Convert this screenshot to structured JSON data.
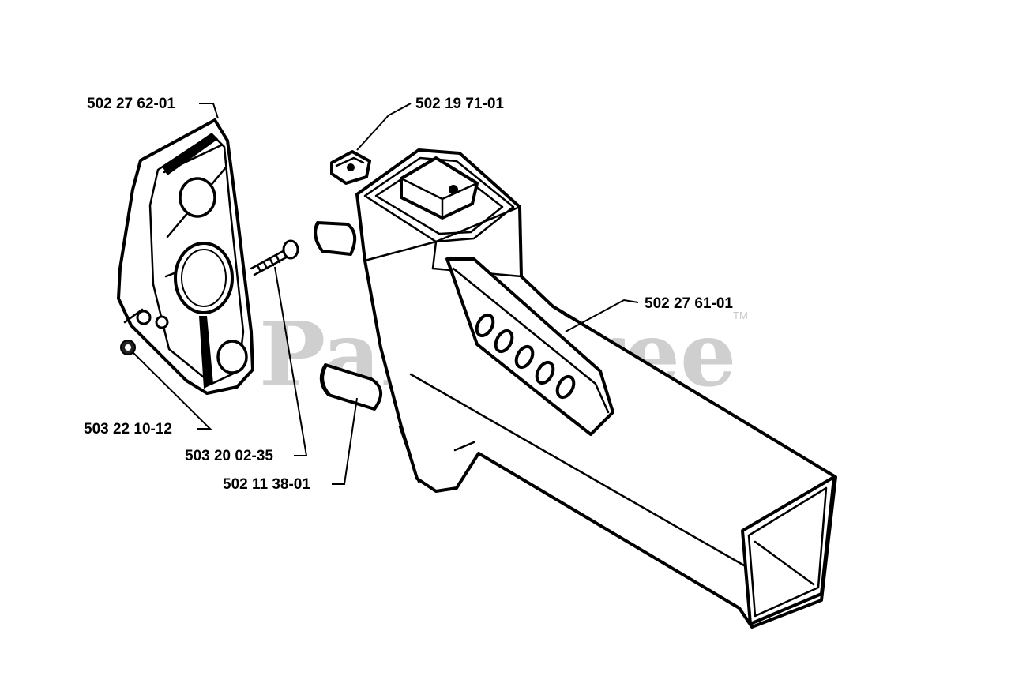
{
  "watermark": {
    "text": "PartsTree",
    "trademark": "TM"
  },
  "callouts": {
    "gasket": "502 27 62-01",
    "nut": "502 19 71-01",
    "handle": "502 27 61-01",
    "screw_set": "503 22 10-12",
    "screw": "503 20 02-35",
    "spacer": "502 11 38-01"
  }
}
